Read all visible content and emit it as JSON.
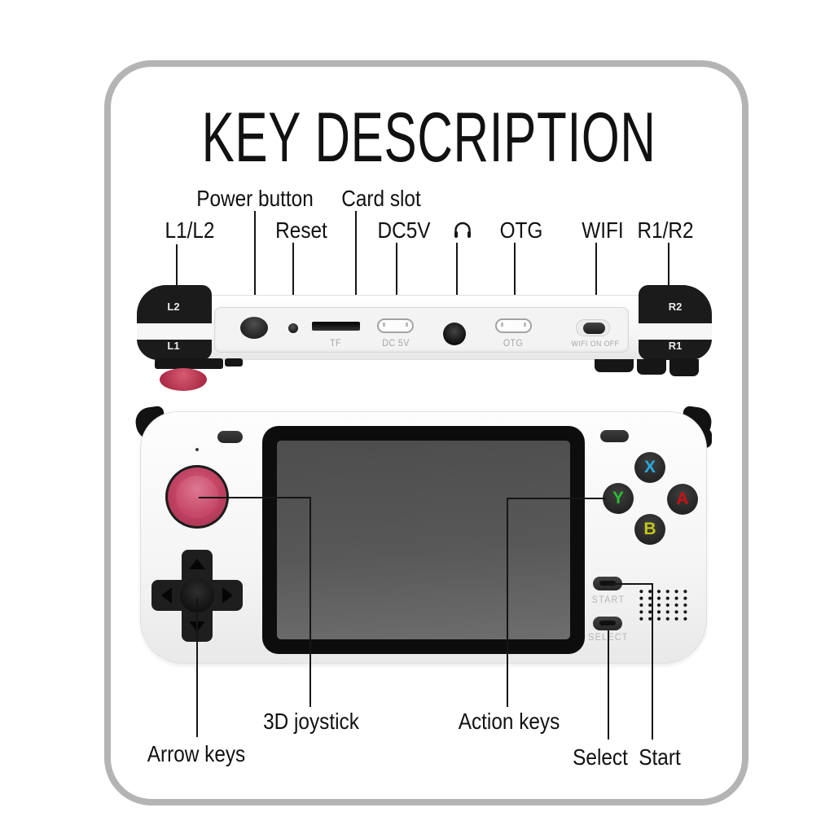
{
  "title": "KEY DESCRIPTION",
  "callouts": {
    "power_button": "Power button",
    "card_slot": "Card slot",
    "l1_l2": "L1/L2",
    "reset": "Reset",
    "dc5v": "DC5V",
    "headphone_icon": "headphone-icon",
    "otg": "OTG",
    "wifi": "WIFI",
    "r1_r2": "R1/R2",
    "joystick_3d": "3D joystick",
    "action_keys": "Action keys",
    "arrow_keys": "Arrow keys",
    "select": "Select",
    "start": "Start"
  },
  "top_view": {
    "l2_label": "L2",
    "l1_label": "L1",
    "r2_label": "R2",
    "r1_label": "R1",
    "tf_label": "TF",
    "dc5v_label": "DC 5V",
    "otg_label": "OTG",
    "wifi_label": "WIFI ON OFF"
  },
  "front_view": {
    "button_x": "X",
    "button_y": "Y",
    "button_a": "A",
    "button_b": "B",
    "start_label": "START",
    "select_label": "SELECT"
  },
  "colors": {
    "button_x": "#2aa8e0",
    "button_y": "#27bd2f",
    "button_a": "#cc1212",
    "button_b": "#c3c716",
    "joystick": "#c64868",
    "frame_border": "#b4b4b4",
    "line": "#151515"
  }
}
